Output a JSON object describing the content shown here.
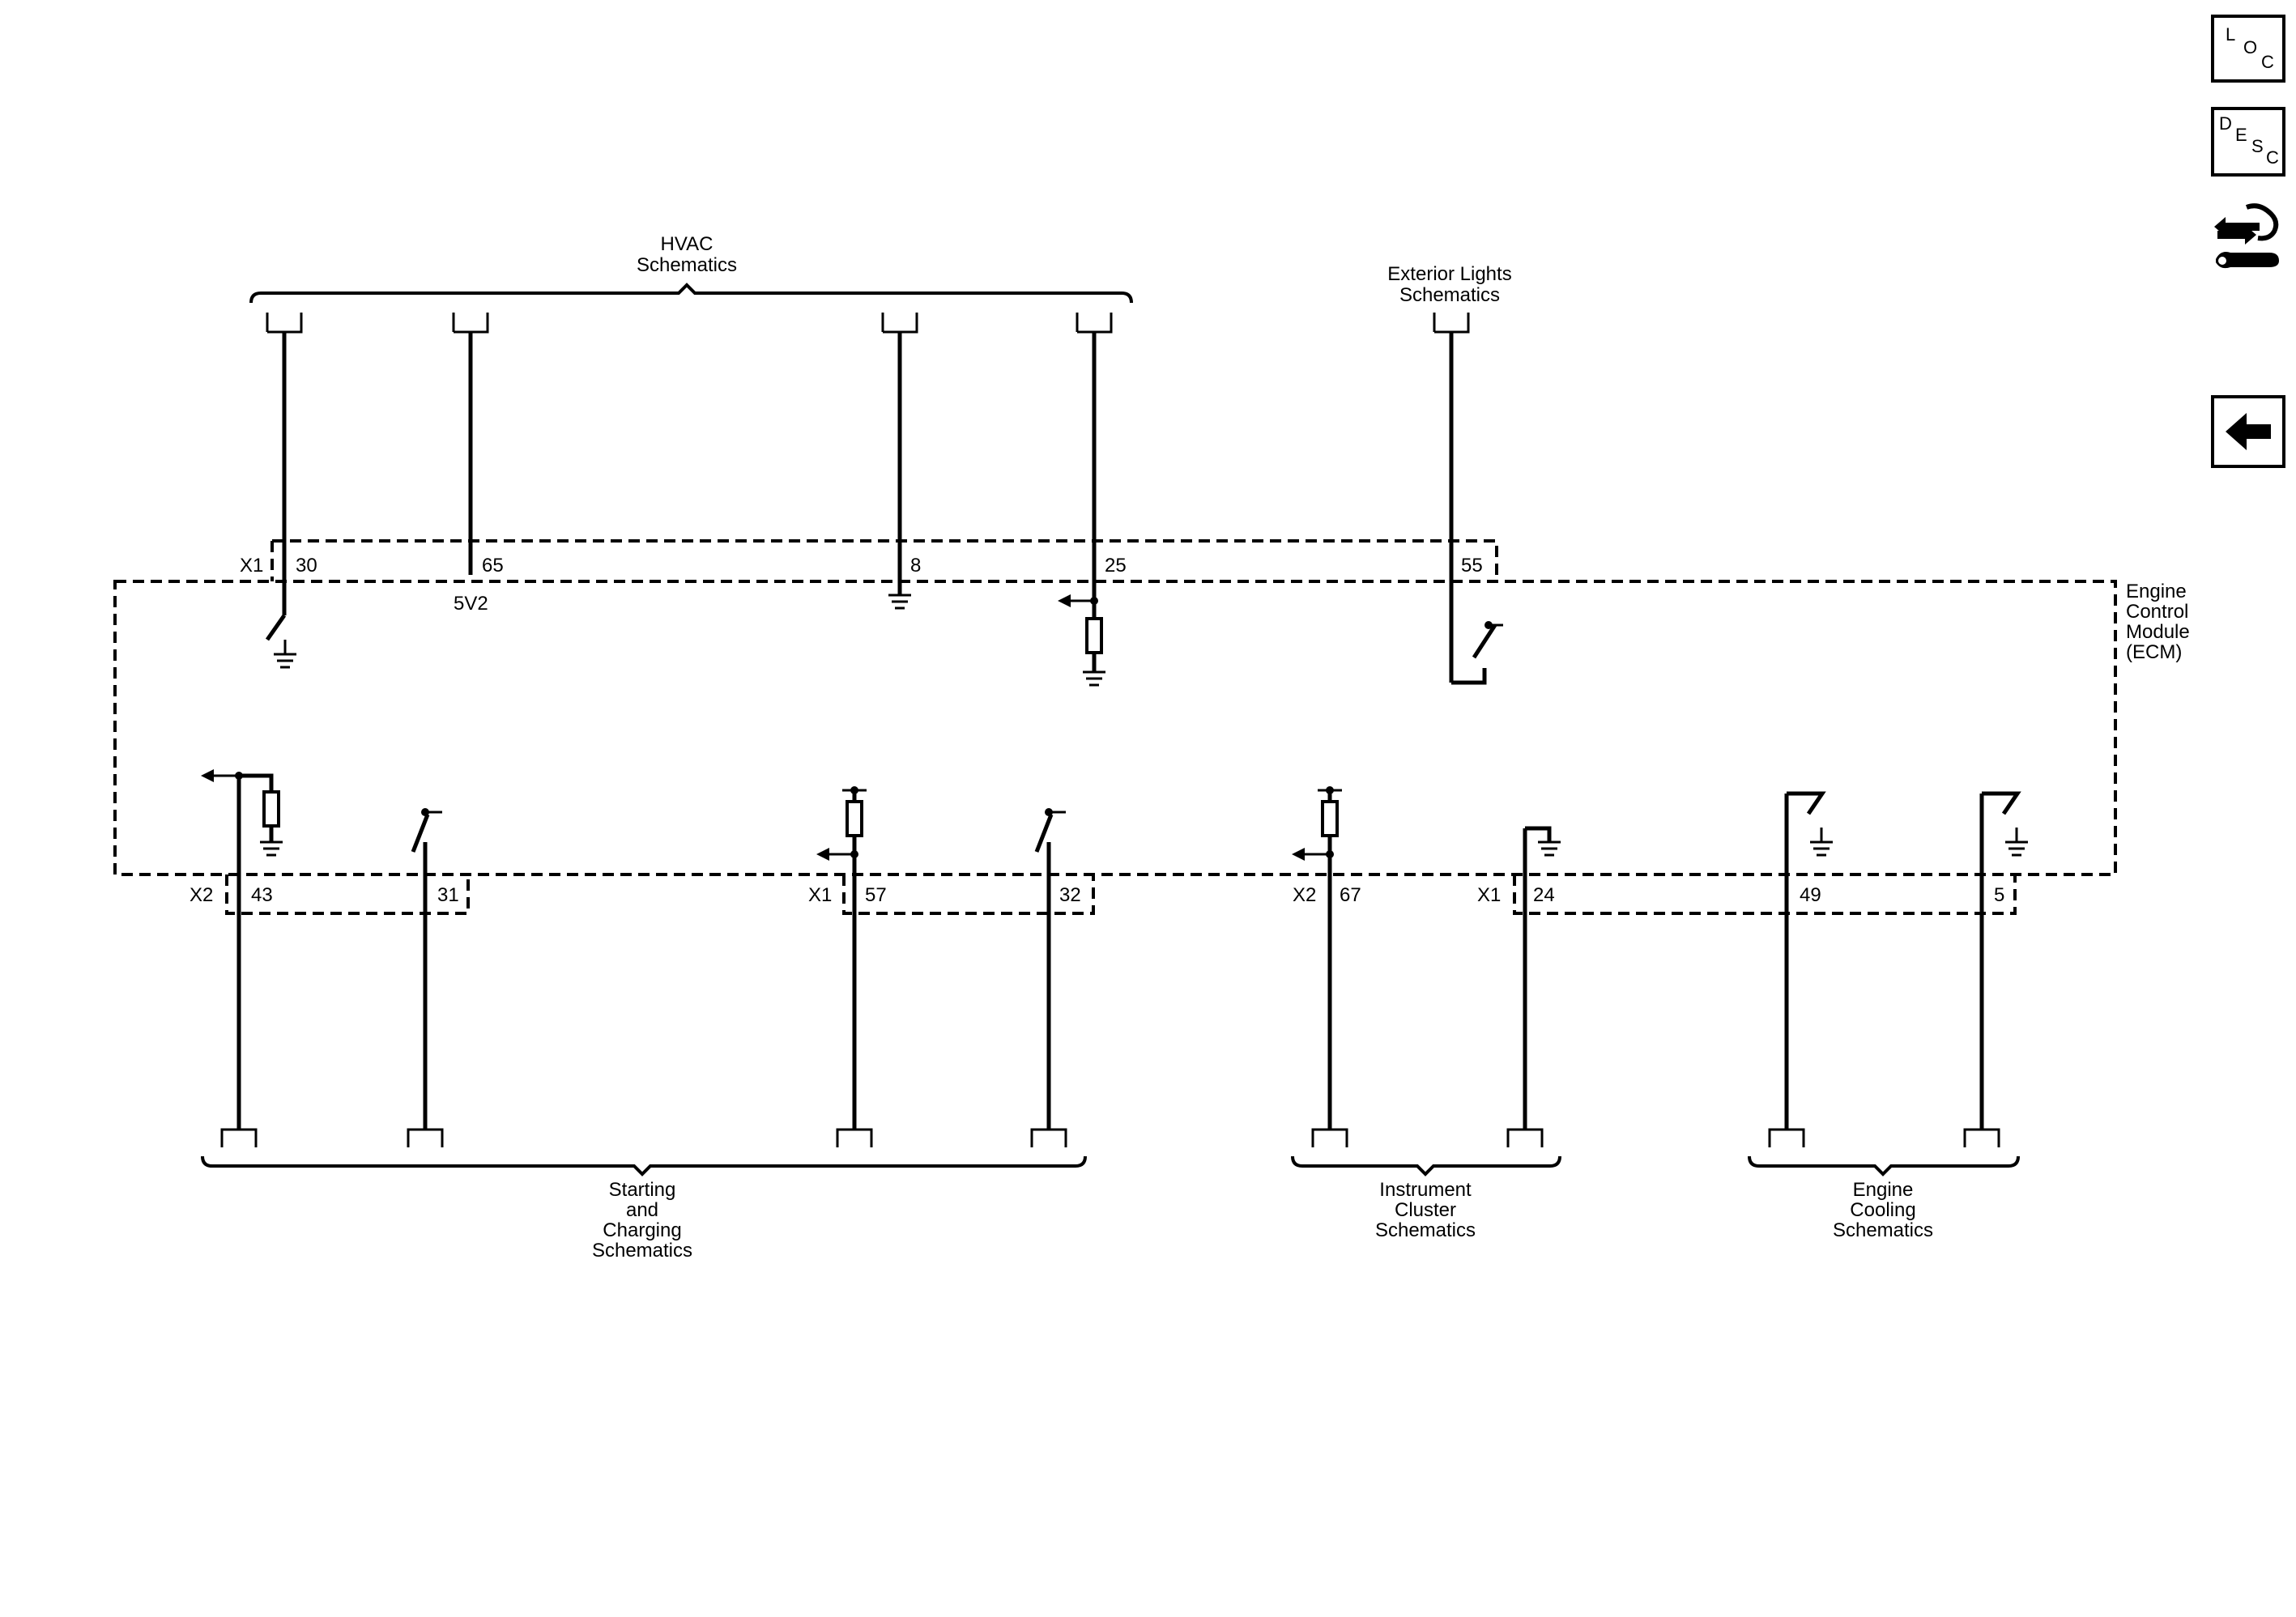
{
  "connector_groups": {
    "hvac": [
      "HVAC",
      "Schematics"
    ],
    "exterior": [
      "Exterior Lights",
      "Schematics"
    ],
    "starting": [
      "Starting",
      "and",
      "Charging",
      "Schematics"
    ],
    "instrument": [
      "Instrument",
      "Cluster",
      "Schematics"
    ],
    "cooling": [
      "Engine",
      "Cooling",
      "Schematics"
    ]
  },
  "module": {
    "name_lines": [
      "Engine",
      "Control",
      "Module",
      "(ECM)"
    ]
  },
  "connectors": {
    "x1_top": "X1",
    "x2_a": "X2",
    "x1_b": "X1",
    "x2_c": "X2",
    "x1_d": "X1"
  },
  "pins": {
    "p30": "30",
    "p65": "65",
    "p8": "8",
    "p25": "25",
    "p55": "55",
    "p43": "43",
    "p31": "31",
    "p57": "57",
    "p32": "32",
    "p67": "67",
    "p24": "24",
    "p49": "49",
    "p5": "5"
  },
  "supply_label": "5V2",
  "nav": {
    "loc": [
      "L",
      "O",
      "C"
    ],
    "desc": [
      "D",
      "E",
      "S",
      "C"
    ],
    "tools_icon": "wiring-tools-icon",
    "back_icon": "back-arrow-icon"
  }
}
